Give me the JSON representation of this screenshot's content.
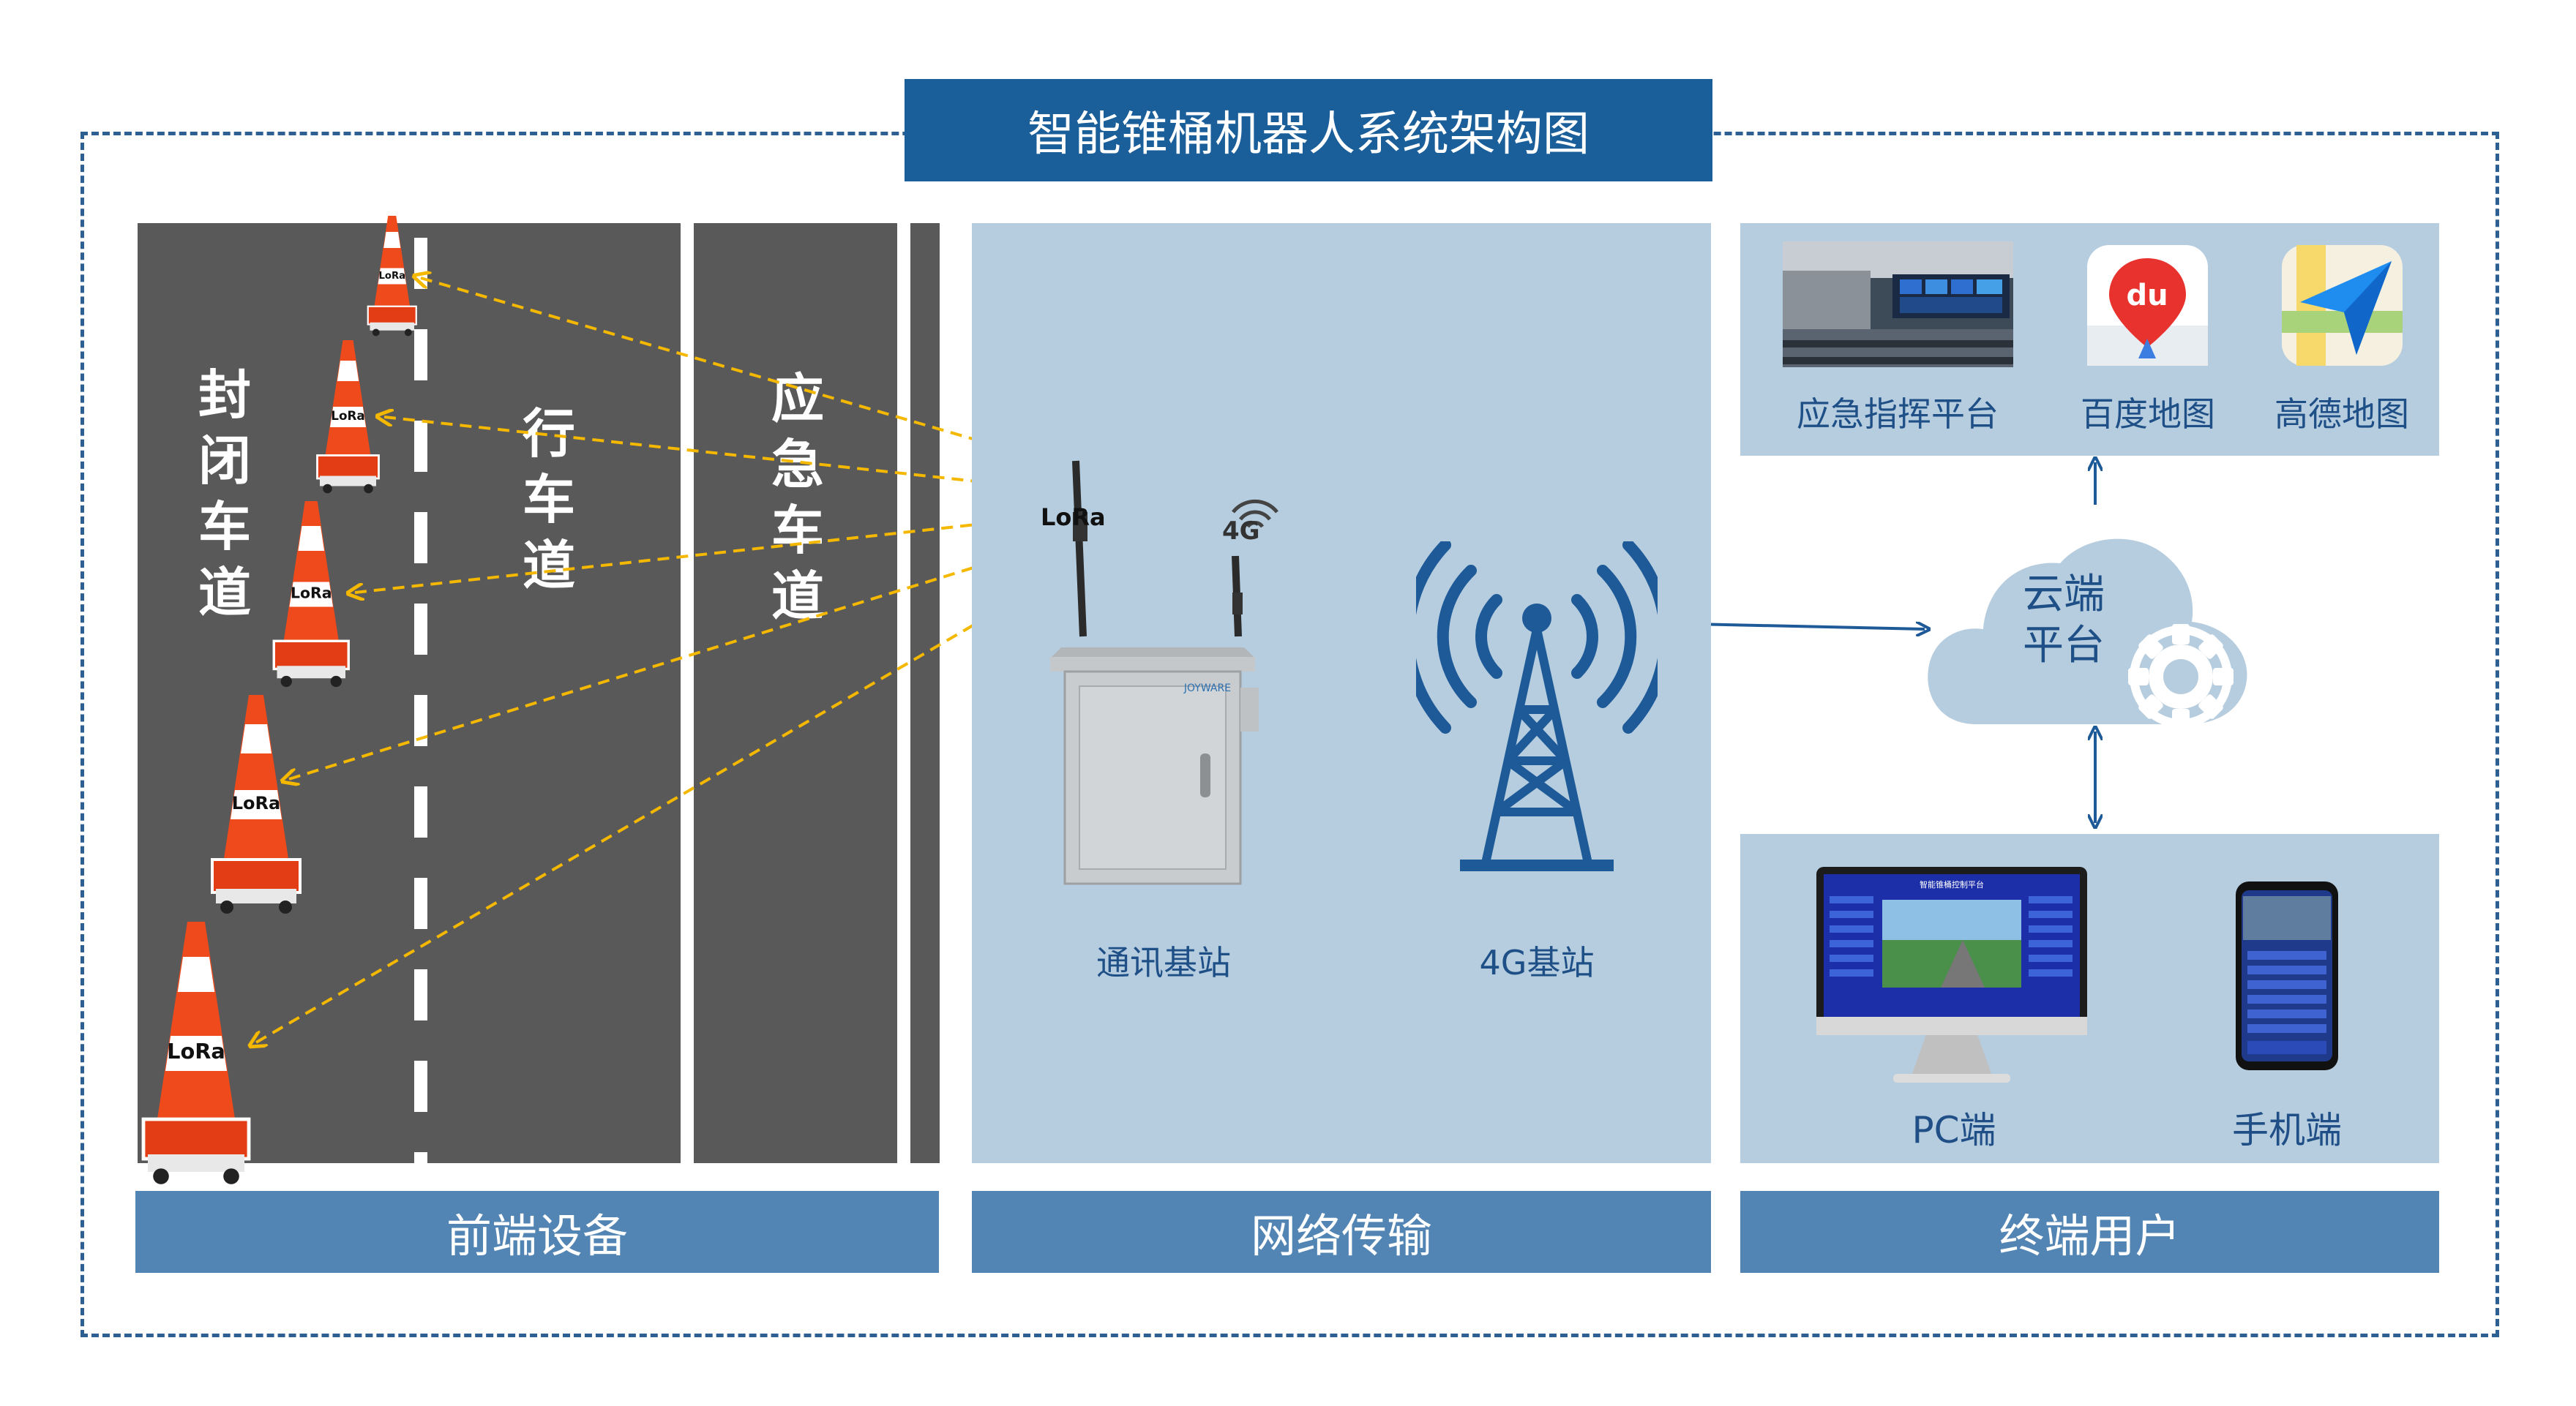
{
  "title": "智能锥桶机器人系统架构图",
  "lanes": {
    "closed": "封闭车道",
    "driving": "行车道",
    "emergency": "应急车道"
  },
  "cone_label": "LoRa",
  "network": {
    "lora_label": "LoRa",
    "g4_label": "4G",
    "comm_station": "通讯基站",
    "g4_station": "4G基站",
    "cabinet_brand": "JOYWARE"
  },
  "cloud": {
    "line1": "云端",
    "line2": "平台"
  },
  "apps": [
    {
      "label": "应急指挥平台"
    },
    {
      "label": "百度地图",
      "badge": "du"
    },
    {
      "label": "高德地图"
    }
  ],
  "terminals": [
    {
      "label": "PC端"
    },
    {
      "label": "手机端"
    }
  ],
  "pc_screen_title": "智能锥桶控制平台",
  "sections": [
    {
      "label": "前端设备"
    },
    {
      "label": "网络传输"
    },
    {
      "label": "终端用户"
    }
  ],
  "colors": {
    "primary": "#1a5e9a",
    "bar": "#5285b3",
    "panel": "#b6cddf",
    "road": "#595959",
    "signal_arrow": "#f5b800",
    "cone_orange": "#ef4a1c",
    "icon_blue": "#1d5a97"
  }
}
